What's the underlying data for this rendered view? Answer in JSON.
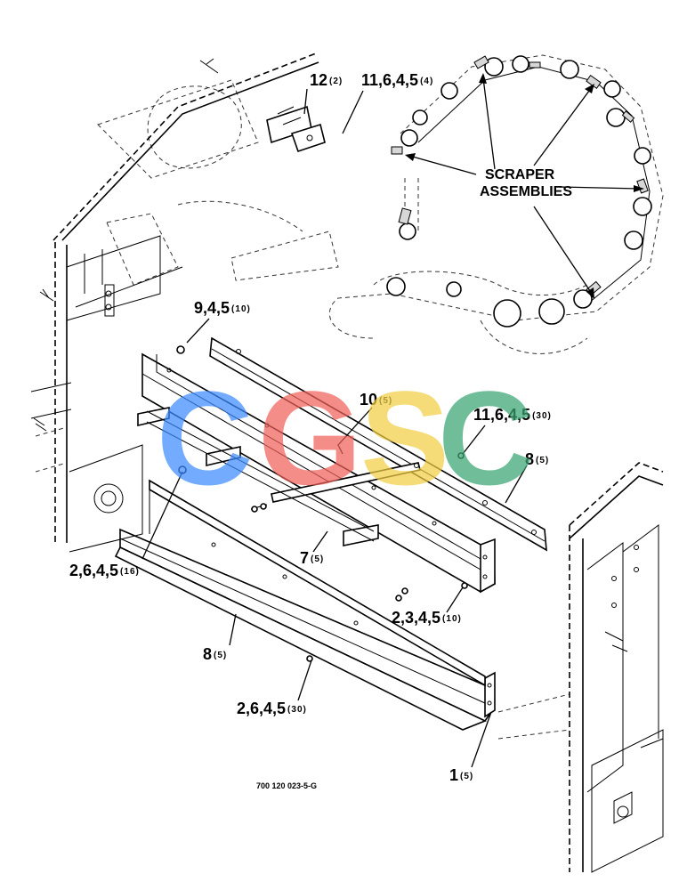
{
  "callouts": [
    {
      "id": "c1",
      "main": "12",
      "qty": "(2)"
    },
    {
      "id": "c2",
      "main": "11,6,4,5",
      "qty": "(4)"
    },
    {
      "id": "c3",
      "main": "9,4,5",
      "qty": "(10)"
    },
    {
      "id": "c4",
      "main": "10",
      "qty": "(5)"
    },
    {
      "id": "c5",
      "main": "11,6,4,5",
      "qty": "(30)"
    },
    {
      "id": "c6",
      "main": "8",
      "qty": "(5)"
    },
    {
      "id": "c7",
      "main": "2,6,4,5",
      "qty": "(16)"
    },
    {
      "id": "c8",
      "main": "7",
      "qty": "(5)"
    },
    {
      "id": "c9",
      "main": "2,3,4,5",
      "qty": "(10)"
    },
    {
      "id": "c10",
      "main": "8",
      "qty": "(5)"
    },
    {
      "id": "c11",
      "main": "2,6,4,5",
      "qty": "(30)"
    },
    {
      "id": "c12",
      "main": "1",
      "qty": "(5)"
    }
  ],
  "scraper_label": {
    "line1": "SCRAPER",
    "line2": "ASSEMBLIES"
  },
  "drawing_number": "700 120 023-5-G",
  "watermark": {
    "letters": [
      {
        "char": "C",
        "color": "#3d8bff"
      },
      {
        "char": "G",
        "color": "#f0605a"
      },
      {
        "char": "S",
        "color": "#f2cf45"
      },
      {
        "char": "C",
        "color": "#3aa673"
      }
    ]
  }
}
